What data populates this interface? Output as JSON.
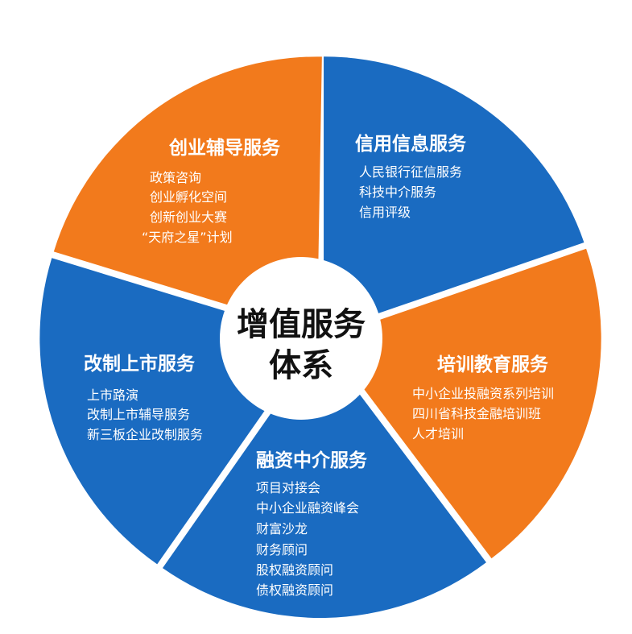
{
  "diagram": {
    "center": {
      "line1": "增值服务",
      "line2": "体系"
    },
    "colors": {
      "blue": "#1a6bc1",
      "orange": "#f27a1c",
      "center": "#ffffff"
    },
    "segments": [
      {
        "id": "credit-info",
        "title": "信用信息服务",
        "color": "#1a6bc1",
        "items": [
          "人民银行征信服务",
          "科技中介服务",
          "信用评级"
        ]
      },
      {
        "id": "training",
        "title": "培训教育服务",
        "color": "#f27a1c",
        "items": [
          "中小企业投融资系列培训",
          "四川省科技金融培训班",
          "人才培训"
        ]
      },
      {
        "id": "financing",
        "title": "融资中介服务",
        "color": "#1a6bc1",
        "items": [
          "项目对接会",
          "中小企业融资峰会",
          "财富沙龙",
          "财务顾问",
          "股权融资顾问",
          "债权融资顾问"
        ]
      },
      {
        "id": "listing",
        "title": "改制上市服务",
        "color": "#1a6bc1",
        "items": [
          "上市路演",
          "改制上市辅导服务",
          "新三板企业改制服务"
        ]
      },
      {
        "id": "startup",
        "title": "创业辅导服务",
        "color": "#f27a1c",
        "items": [
          "政策咨询",
          "创业孵化空间",
          "创新创业大赛",
          "“天府之星”计划"
        ]
      }
    ]
  }
}
